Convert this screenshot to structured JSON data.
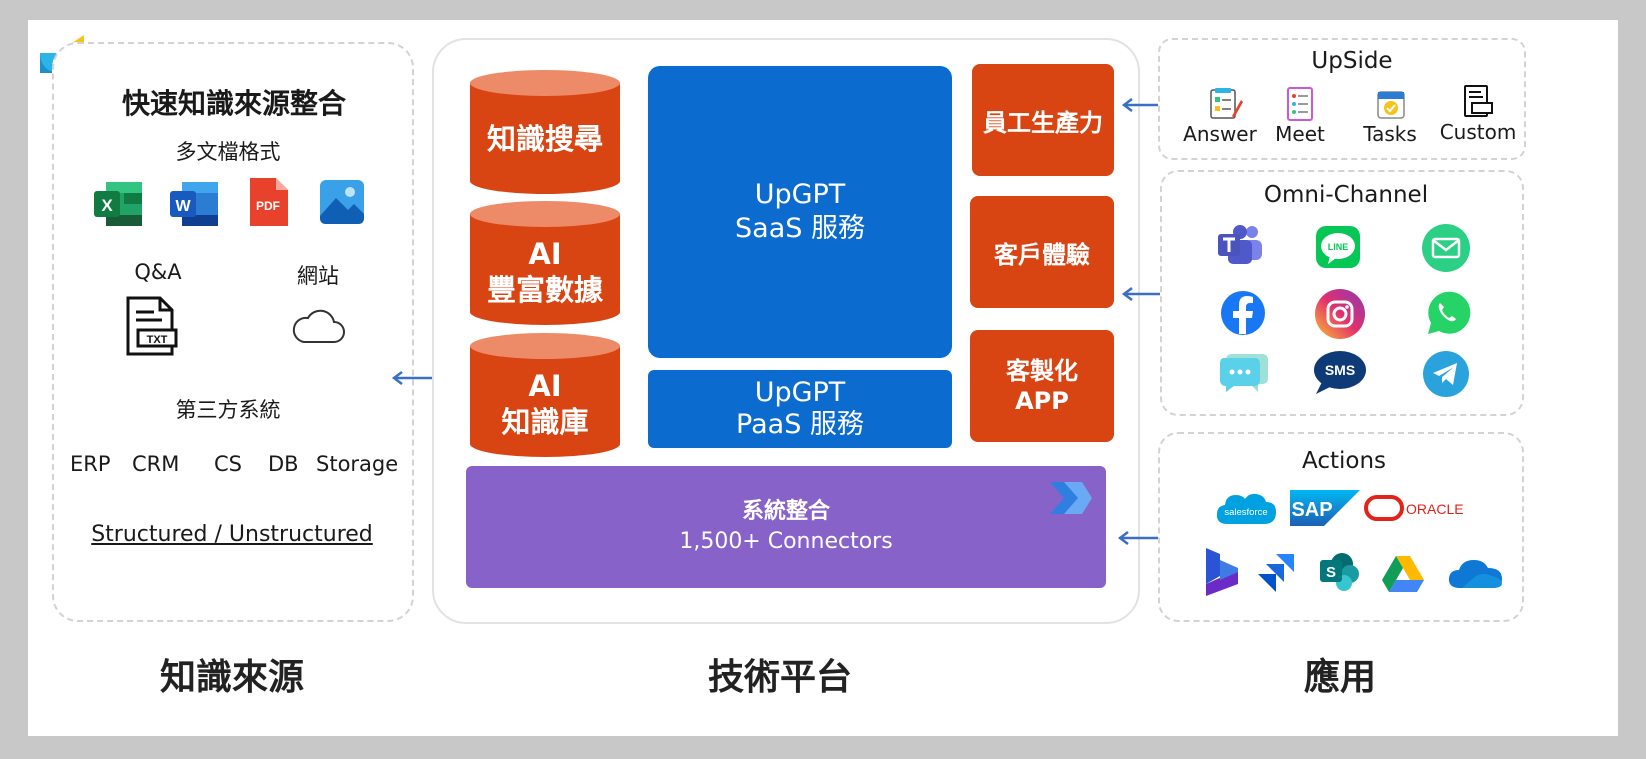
{
  "sources": {
    "title": "快速知識來源整合",
    "formats_label": "多文檔格式",
    "qa_label": "Q&A",
    "web_label": "網站",
    "third_party_label": "第三方系統",
    "systems": [
      "ERP",
      "CRM",
      "CS",
      "DB",
      "Storage"
    ],
    "structured_label": "Structured / Unstructured",
    "file_icons": [
      "excel-icon",
      "word-icon",
      "pdf-icon",
      "image-icon"
    ],
    "excel_letter": "X",
    "word_letter": "W",
    "pdf_letter": "PDF",
    "txt_letter": "TXT"
  },
  "platform": {
    "cyl_search": "知識搜尋",
    "cyl_data_1": "AI",
    "cyl_data_2": "豐富數據",
    "cyl_kb_1": "AI",
    "cyl_kb_2": "知識庫",
    "saas_1": "UpGPT",
    "saas_2": "SaaS 服務",
    "paas_1": "UpGPT",
    "paas_2": "PaaS 服務",
    "productivity": "員工生產力",
    "cx": "客戶體驗",
    "custom_1": "客製化",
    "custom_2": "APP",
    "integration_1": "系統整合",
    "integration_2": "1,500+ Connectors"
  },
  "apps": {
    "upside_title": "UpSide",
    "upside_items": [
      "Answer",
      "Meet",
      "Tasks",
      "Custom"
    ],
    "omni_title": "Omni-Channel",
    "omni_icons": [
      "teams-icon",
      "line-icon",
      "message-icon",
      "facebook-icon",
      "instagram-icon",
      "whatsapp-icon",
      "chat-icon",
      "sms-icon",
      "telegram-icon"
    ],
    "line_text": "LINE",
    "sms_text": "SMS",
    "actions_title": "Actions",
    "actions_brands": [
      "salesforce",
      "SAP",
      "ORACLE"
    ],
    "actions_icons": [
      "dynamics-icon",
      "jira-icon",
      "sharepoint-icon",
      "google-drive-icon",
      "onedrive-icon"
    ],
    "sharepoint_letter": "S"
  },
  "sections": {
    "sources": "知識來源",
    "platform": "技術平台",
    "apps": "應用"
  },
  "colors": {
    "orange": "#d94413",
    "blue": "#0b6bcf",
    "purple": "#8762c9",
    "arrow": "#3b6fc4"
  }
}
